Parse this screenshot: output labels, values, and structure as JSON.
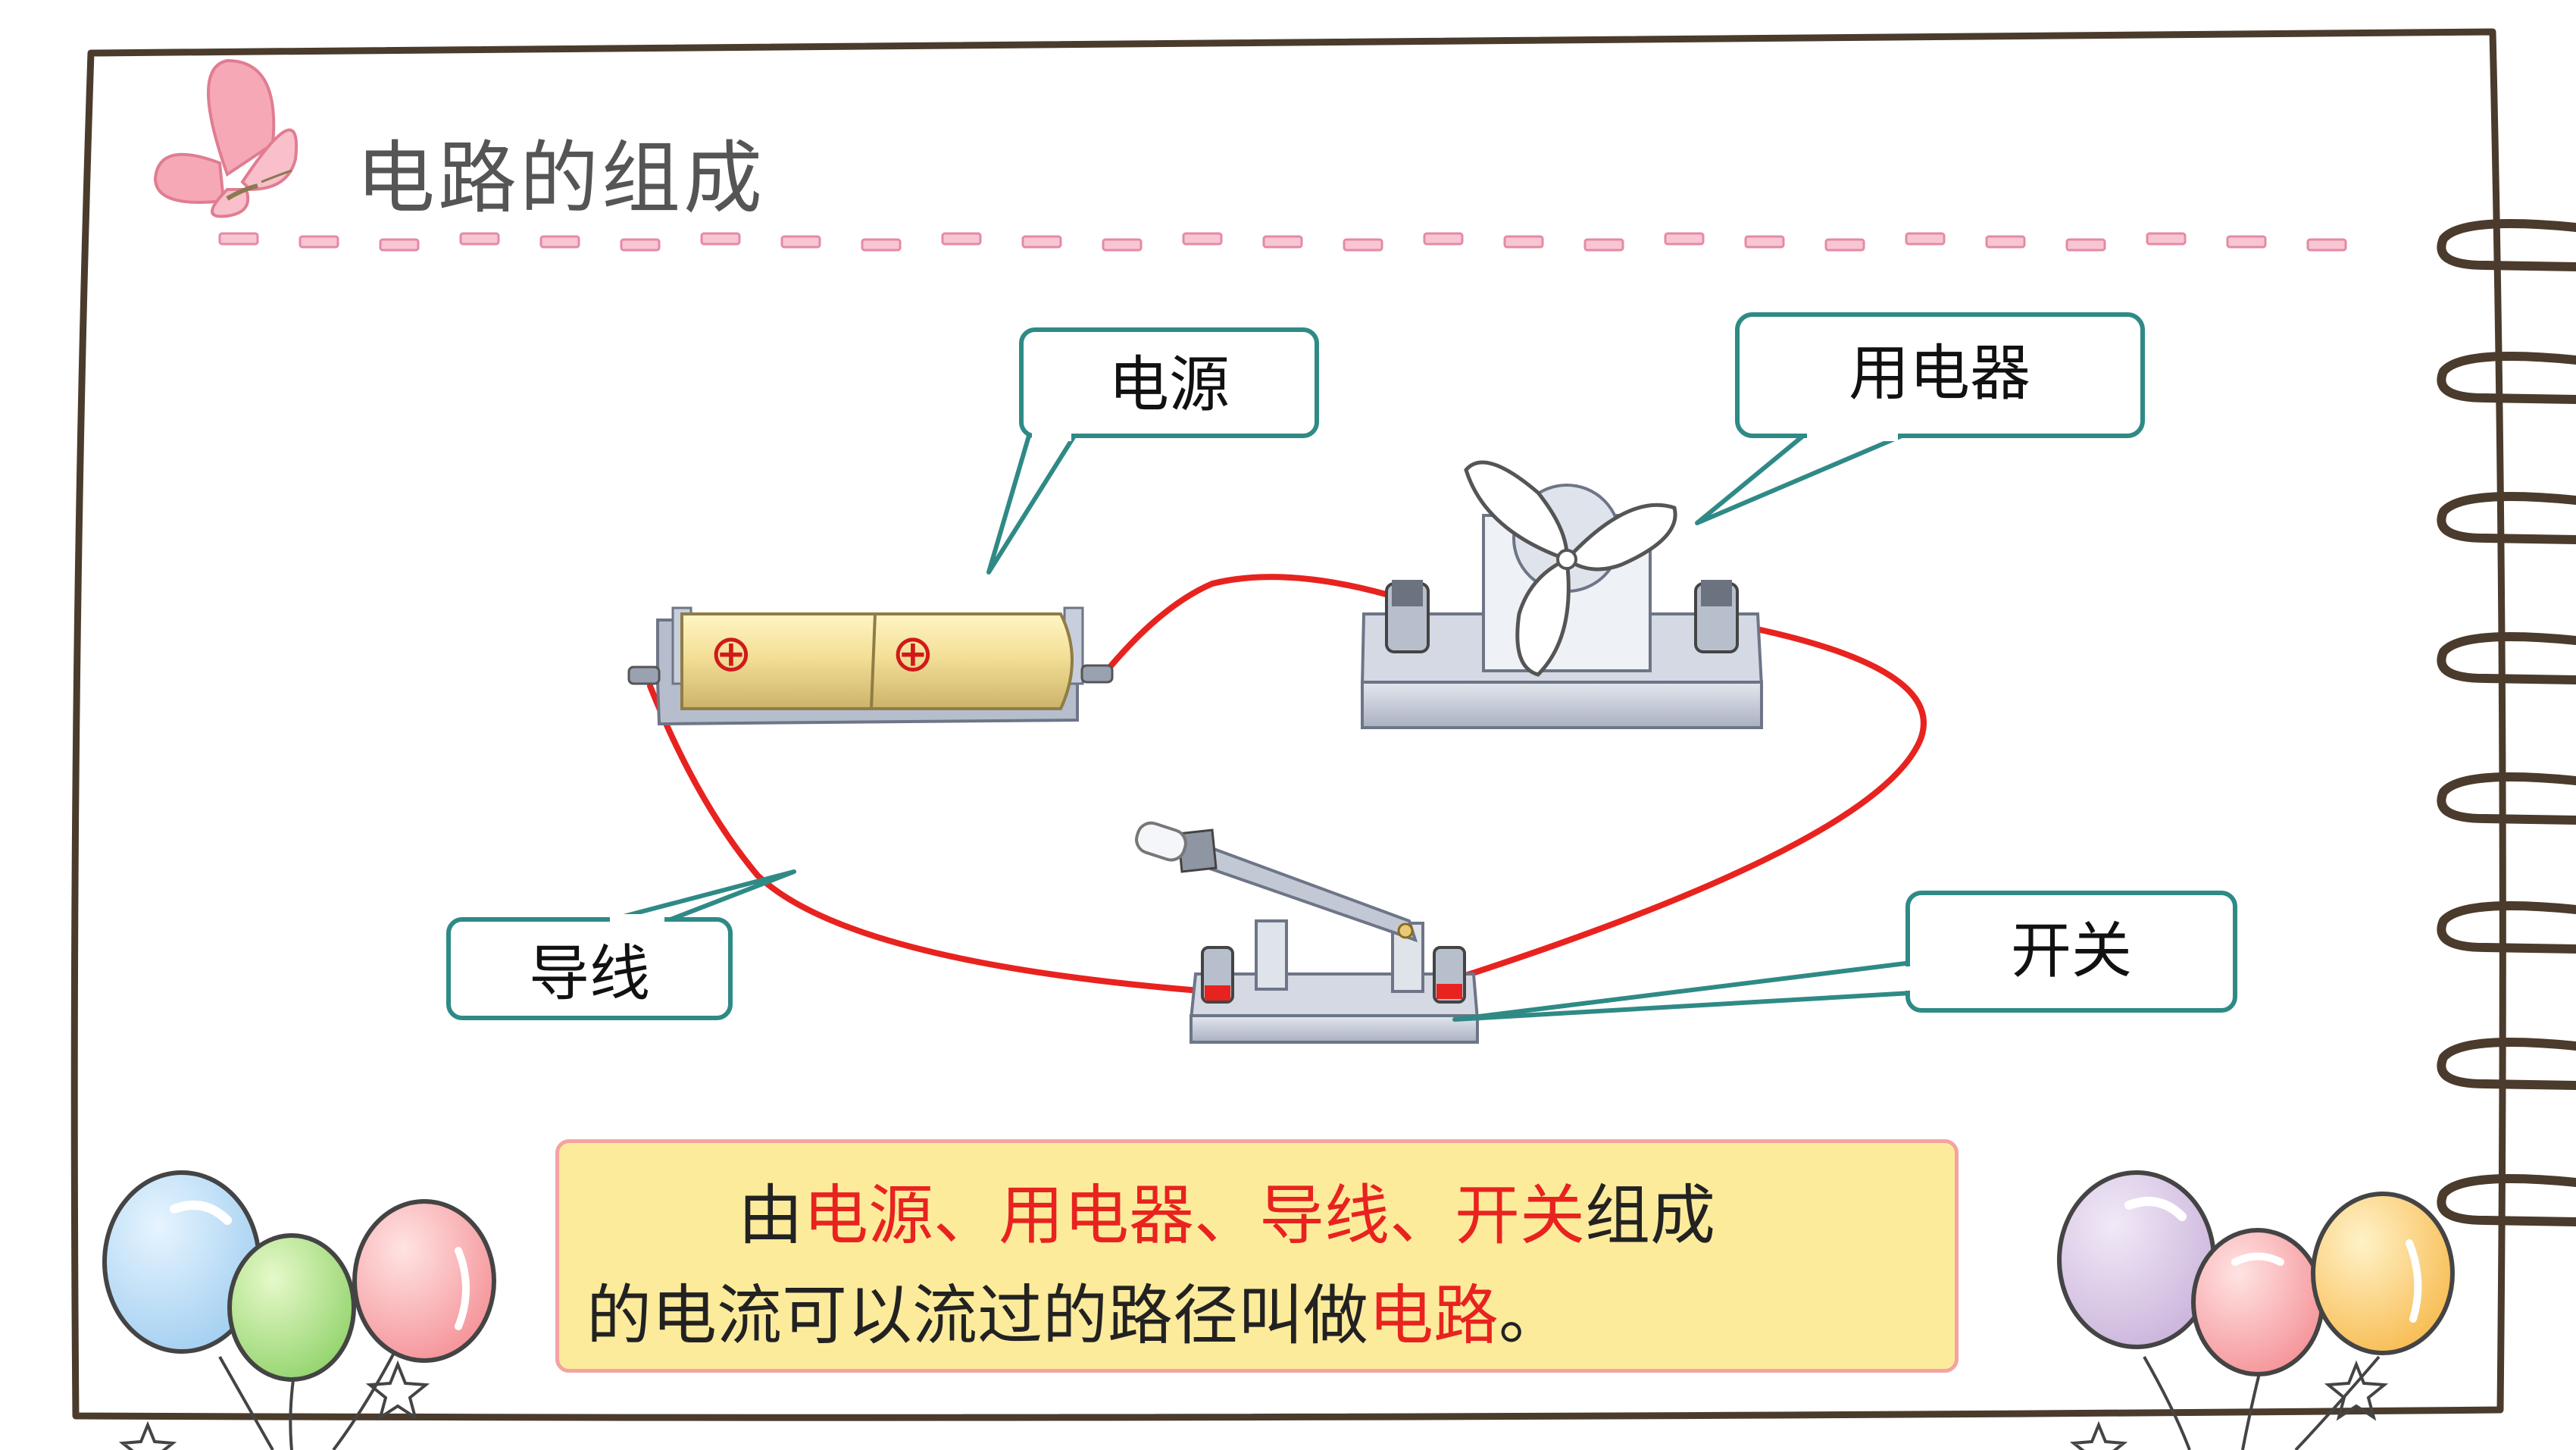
{
  "title": "电路的组成",
  "labels": {
    "power": "电源",
    "appliance": "用电器",
    "wire": "导线",
    "switch": "开关"
  },
  "battery": {
    "polarity_1": "⊕",
    "polarity_2": "⊕"
  },
  "summary": {
    "l1_start": "由",
    "l1_power": "电源",
    "l1_sep1": "、",
    "l1_appliance": "用电器",
    "l1_sep2": "、",
    "l1_wire": "导线",
    "l1_sep3": "、",
    "l1_switch": "开关",
    "l1_end": "组成",
    "l2_start": "的电流可以流过的路径叫做",
    "l2_circuit": "电路",
    "l2_end": "。"
  },
  "colors": {
    "wire": "#e8231f",
    "callout_border": "#2f8a86",
    "summary_bg": "#fdeb9c",
    "summary_border": "#f4a3a0",
    "highlight": "#e8231f",
    "frame": "#4a3b2c",
    "dash": "#ef9fb4"
  }
}
